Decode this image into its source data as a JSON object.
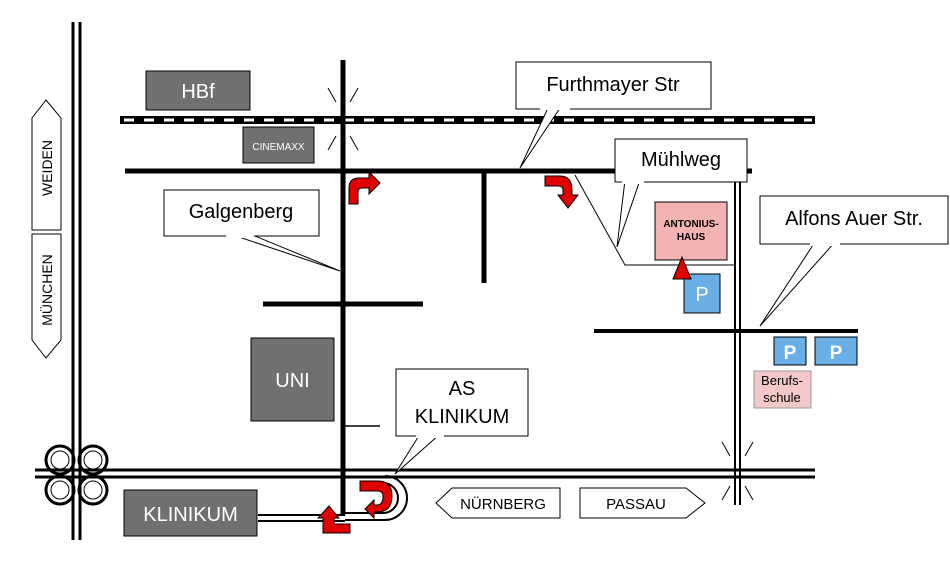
{
  "labels": {
    "hbf": "HBf",
    "cinemaxx": "CINEMAXX",
    "uni": "UNI",
    "klinikum": "KLINIKUM",
    "antonius_line1": "ANTONIUS-",
    "antonius_line2": "HAUS",
    "berufs_line1": "Berufs-",
    "berufs_line2": "schule",
    "parking": "P"
  },
  "callouts": {
    "furthmayer": "Furthmayer Str",
    "muehlweg": "Mühlweg",
    "galgenberg": "Galgenberg",
    "alfons": "Alfons Auer Str.",
    "as_line1": "AS",
    "as_line2": "KLINIKUM"
  },
  "directions": {
    "weiden": "WEIDEN",
    "muenchen": "MÜNCHEN",
    "nuernberg": "NÜRNBERG",
    "passau": "PASSAU"
  },
  "colors": {
    "road": "#000000",
    "gray_box": "#707070",
    "antonius_fill": "#f4b3b3",
    "parking_fill": "#6aaee6",
    "turn_arrow": "#e00000"
  }
}
